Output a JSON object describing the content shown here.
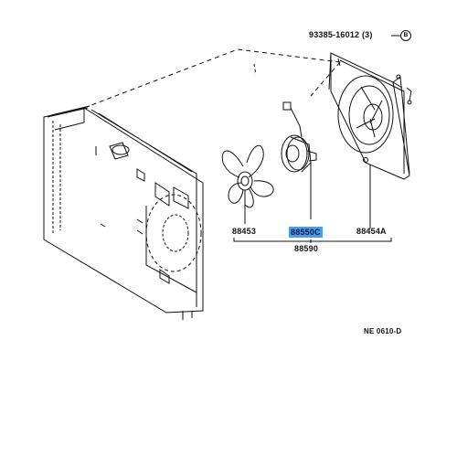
{
  "parts": {
    "screw": {
      "number": "93385-16012",
      "qty": "(3)",
      "ref": "B"
    },
    "fan_blade": "88453",
    "motor": "88550C",
    "assembly": "88590",
    "shroud": "88454A"
  },
  "diagram_code": "NE 0610-D",
  "highlight_color": "#4f9dea"
}
